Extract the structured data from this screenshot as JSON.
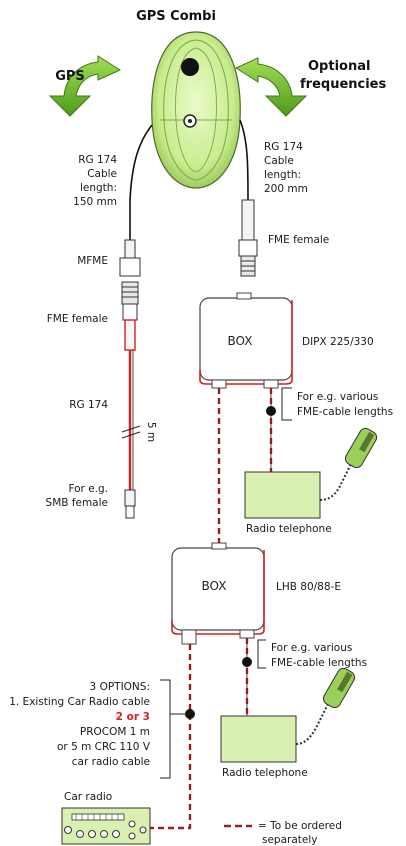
{
  "title": "GPS Combi",
  "arrows": {
    "left": "GPS",
    "right_line1": "Optional",
    "right_line2": "frequencies"
  },
  "cable_left": {
    "line1": "RG 174",
    "line2": "Cable",
    "line3": "length:",
    "line4": "150 mm"
  },
  "cable_right": {
    "line1": "RG 174",
    "line2": "Cable",
    "line3": "length:",
    "line4": "200 mm"
  },
  "connectors": {
    "mfme": "MFME",
    "fme_female_right": "FME female",
    "fme_female_left": "FME female",
    "rg174": "RG 174",
    "length_5m": "5 m",
    "smb_line1": "For e.g.",
    "smb_line2": "SMB female"
  },
  "box1": {
    "label": "BOX",
    "model": "DIPX 225/330",
    "note_line1": "For e.g. various",
    "note_line2": "FME-cable lengths",
    "phone_label": "Radio telephone"
  },
  "box2": {
    "label": "BOX",
    "model": "LHB 80/88-E",
    "note_line1": "For e.g. various",
    "note_line2": "FME-cable lengths",
    "phone_label": "Radio telephone"
  },
  "options": {
    "line1": "3 OPTIONS:",
    "line2": "1. Existing Car Radio cable",
    "line3": "2 or 3",
    "line4": "PROCOM 1 m",
    "line5": "or 5 m CRC 110 V",
    "line6": "car radio cable"
  },
  "car_radio": "Car radio",
  "legend": {
    "line1": "= To be ordered",
    "line2": "separately"
  },
  "colors": {
    "antenna_green": "#d6f2a8",
    "arrow_green": "#7cc431",
    "cable_red": "#d81f1f",
    "phone_green": "#d9f0b0"
  }
}
